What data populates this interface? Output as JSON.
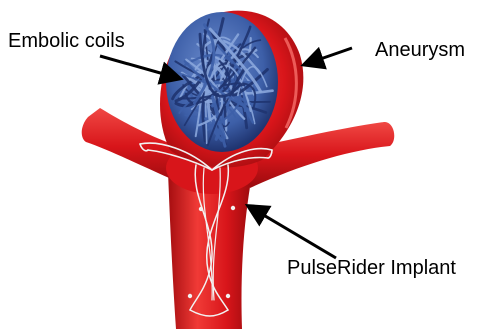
{
  "labels": {
    "coils": "Embolic coils",
    "aneurysm": "Aneurysm",
    "implant": "PulseRider Implant"
  },
  "colors": {
    "vessel": "#d8151a",
    "vessel_dark": "#a50d10",
    "vessel_highlight": "#f45a55",
    "coil": "#3d5fa8",
    "coil_dark": "#1f3470",
    "coil_light": "#8aa6dc",
    "implant_wire": "#f2f2f2",
    "arrow": "#000000"
  }
}
